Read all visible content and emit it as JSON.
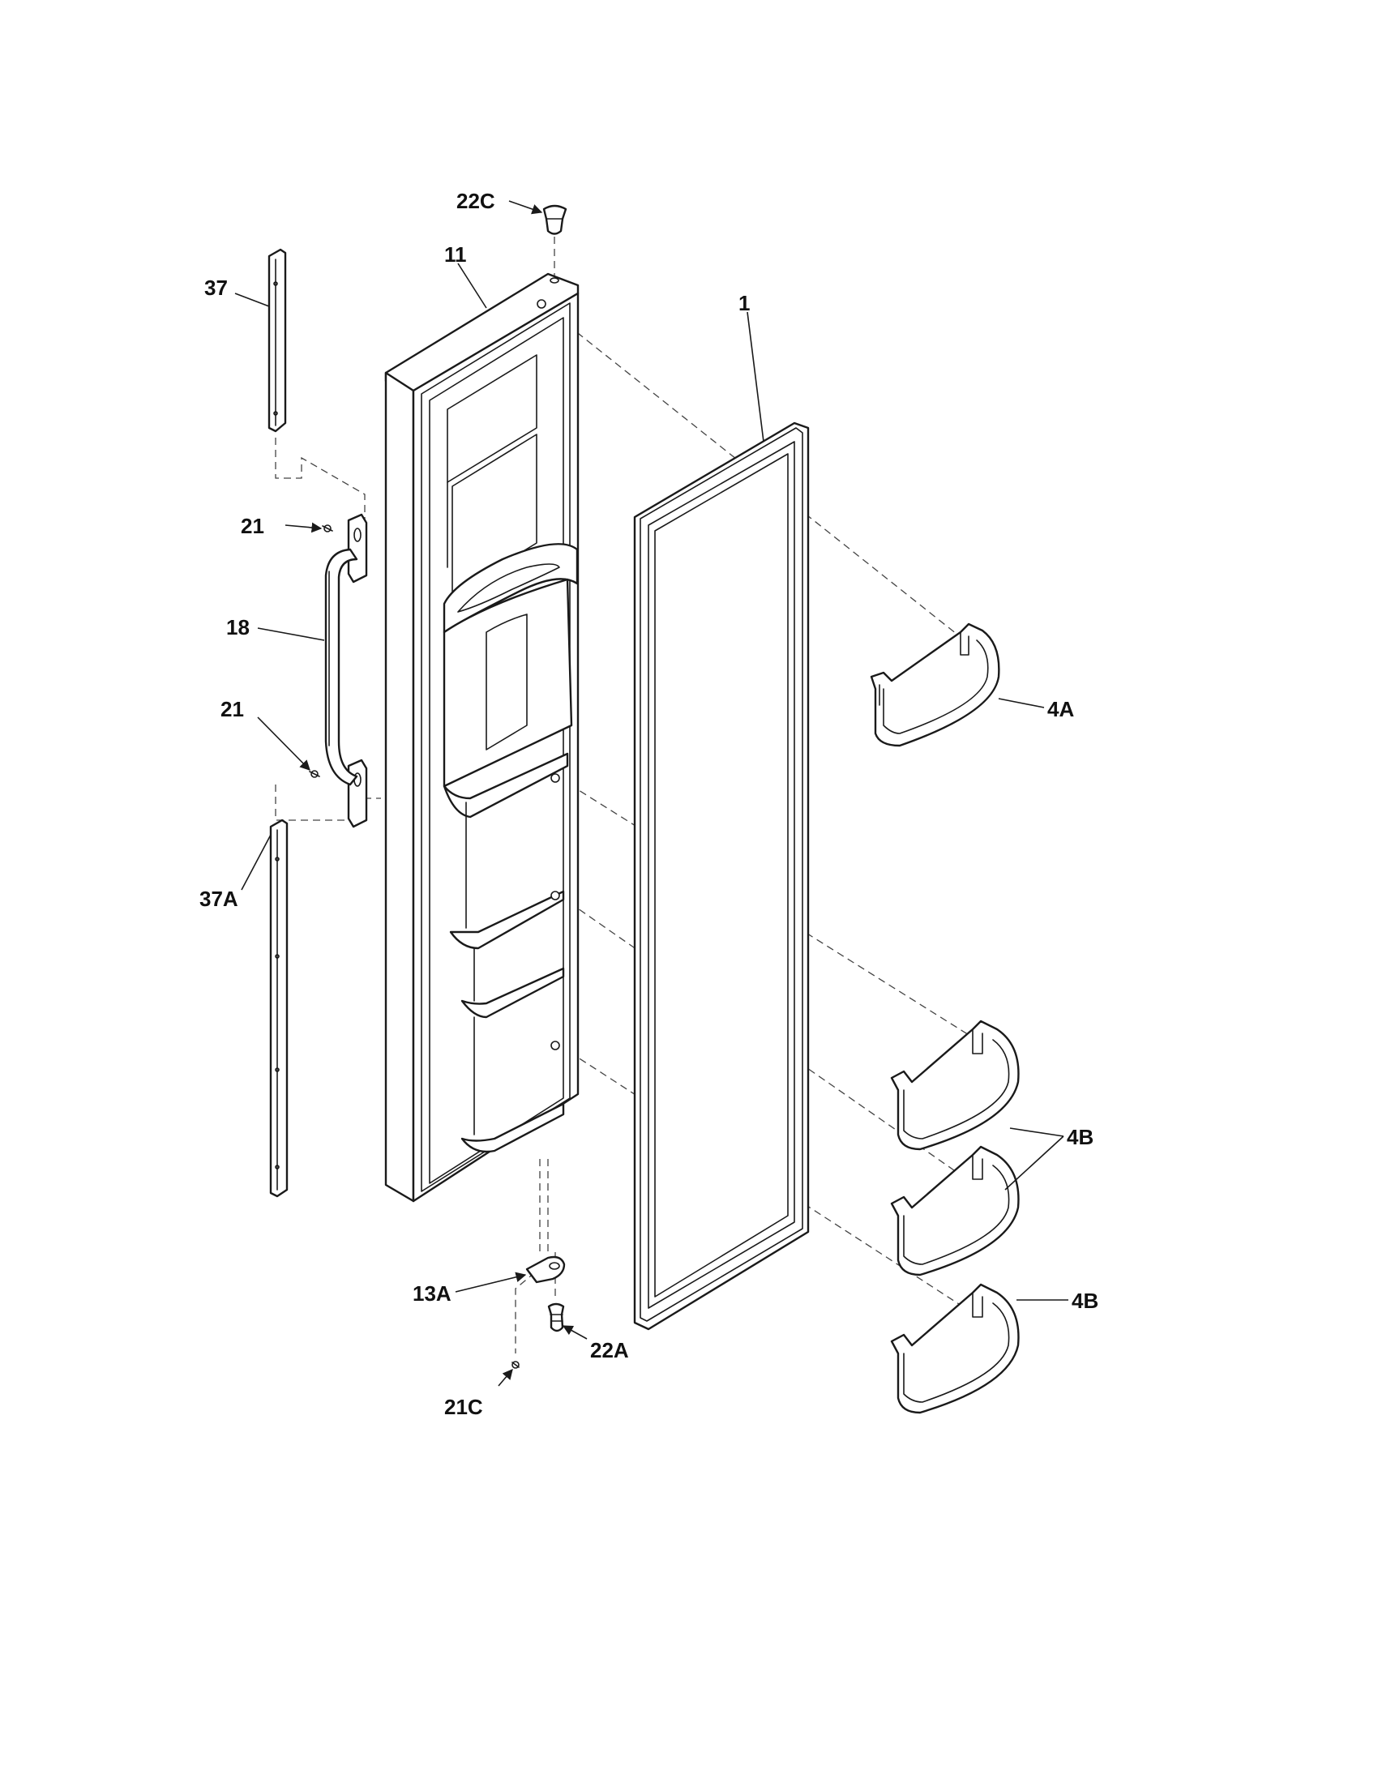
{
  "callouts": {
    "c22C": "22C",
    "c11": "11",
    "c37": "37",
    "c1": "1",
    "c21_top": "21",
    "c18": "18",
    "c21_bottom": "21",
    "c4A": "4A",
    "c37A": "37A",
    "c4B_upper": "4B",
    "c13A": "13A",
    "c4B_lower": "4B",
    "c22A": "22A",
    "c21C": "21C"
  }
}
